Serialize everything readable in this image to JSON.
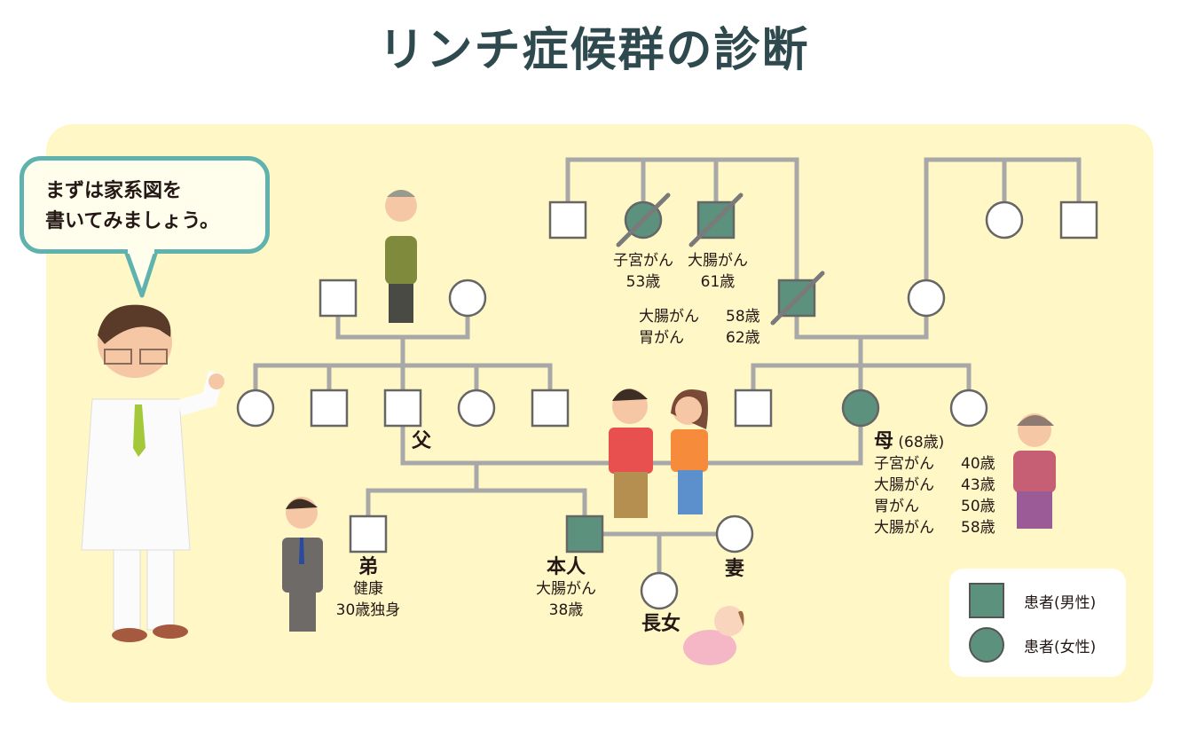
{
  "title": "リンチ症候群の診断",
  "speech_bubble": {
    "line1": "まずは家系図を",
    "line2": "書いてみましょう。"
  },
  "colors": {
    "panel_bg": "#fff8c6",
    "affected_fill": "#5b917d",
    "line": "#a8a8a8",
    "symbol_border": "#666666",
    "bubble_border": "#5fb2ad",
    "title": "#2f4a4e"
  },
  "pedigree": {
    "maternal_grandfather_siblings": [
      {
        "sex": "male",
        "affected": false,
        "deceased": false
      },
      {
        "sex": "female",
        "affected": true,
        "deceased": true,
        "note1": "子宮がん",
        "note2": "53歳"
      },
      {
        "sex": "male",
        "affected": true,
        "deceased": true,
        "note1": "大腸がん",
        "note2": "61歳"
      }
    ],
    "maternal_grandfather": {
      "sex": "male",
      "affected": true,
      "deceased": true,
      "conditions": [
        {
          "name": "大腸がん",
          "age": "58歳"
        },
        {
          "name": "胃がん",
          "age": "62歳"
        }
      ]
    },
    "maternal_grandmother_siblings": [
      {
        "sex": "female",
        "affected": false
      },
      {
        "sex": "male",
        "affected": false
      }
    ],
    "paternal_grandparents": [
      {
        "sex": "male",
        "affected": false
      },
      {
        "sex": "female",
        "affected": false
      }
    ],
    "father": {
      "label": "父"
    },
    "mother": {
      "label": "母",
      "age": "(68歳)",
      "conditions": [
        {
          "name": "子宮がん",
          "age": "40歳"
        },
        {
          "name": "大腸がん",
          "age": "43歳"
        },
        {
          "name": "胃がん",
          "age": "50歳"
        },
        {
          "name": "大腸がん",
          "age": "58歳"
        }
      ]
    },
    "brother": {
      "label": "弟",
      "note1": "健康",
      "note2": "30歳独身"
    },
    "proband": {
      "label": "本人",
      "note1": "大腸がん",
      "note2": "38歳"
    },
    "wife": {
      "label": "妻"
    },
    "daughter": {
      "label": "長女"
    }
  },
  "legend": {
    "male_patient": "患者(男性)",
    "female_patient": "患者(女性)"
  }
}
